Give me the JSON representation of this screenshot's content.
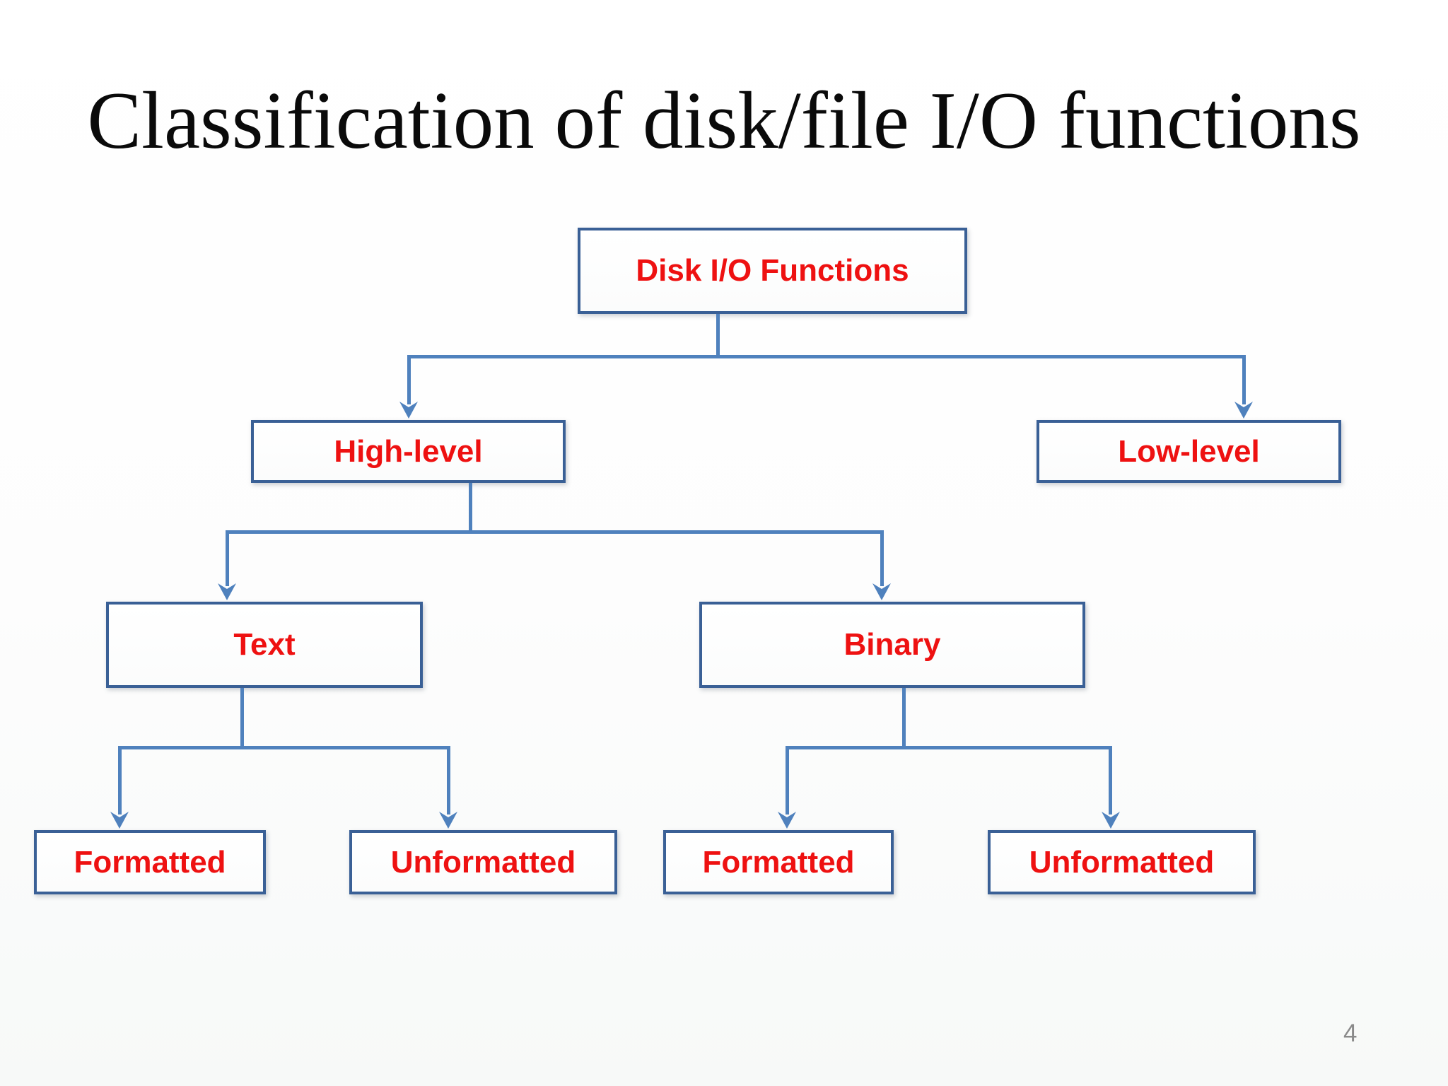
{
  "slide": {
    "title": "Classification of disk/file I/O functions",
    "page_number": "4"
  },
  "diagram": {
    "nodes": {
      "root": "Disk I/O Functions",
      "high_level": "High-level",
      "low_level": "Low-level",
      "text": "Text",
      "binary": "Binary",
      "text_formatted": "Formatted",
      "text_unformatted": "Unformatted",
      "binary_formatted": "Formatted",
      "binary_unformatted": "Unformatted"
    },
    "structure": [
      {
        "parent": "Disk I/O Functions",
        "children": [
          "High-level",
          "Low-level"
        ]
      },
      {
        "parent": "High-level",
        "children": [
          "Text",
          "Binary"
        ]
      },
      {
        "parent": "Text",
        "children": [
          "Formatted",
          "Unformatted"
        ]
      },
      {
        "parent": "Binary",
        "children": [
          "Formatted",
          "Unformatted"
        ]
      }
    ]
  },
  "colors": {
    "box_border": "#3a6096",
    "connector_blue": "#4f81bd",
    "label_red": "#ee1111",
    "title_text": "#0a0a0a",
    "page_number_gray": "#8a8a8a"
  }
}
